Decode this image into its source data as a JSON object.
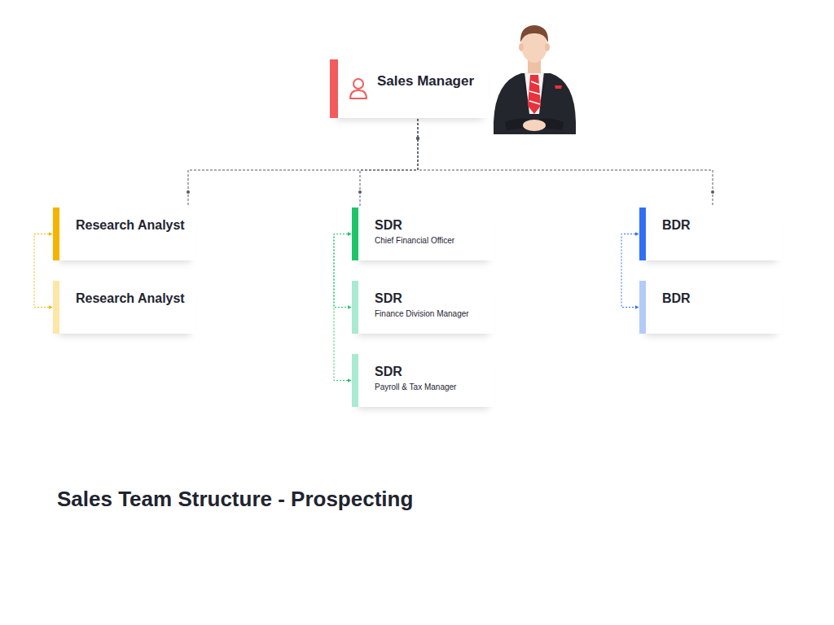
{
  "diagram": {
    "title": "Sales Team Structure - Prospecting",
    "nodes": [
      {
        "text": [
          "Sales Manager"
        ]
      },
      {
        "text": [
          "Research Analyst"
        ]
      },
      {
        "text": [
          "Research Analyst"
        ]
      },
      {
        "text": [
          "SDR",
          "Chief Financial Officer"
        ]
      },
      {
        "text": [
          "SDR",
          "Finance Division Manager"
        ]
      },
      {
        "text": [
          "SDR",
          "Payroll & Tax Manager"
        ]
      },
      {
        "text": [
          "BDR"
        ]
      },
      {
        "text": [
          "BDR"
        ]
      }
    ],
    "edges": [
      {
        "from": 0,
        "to": 1,
        "arrow": "none"
      },
      {
        "from": 0,
        "to": 3,
        "arrow": "none"
      },
      {
        "from": 0,
        "to": 6,
        "arrow": "none"
      },
      {
        "from": 1,
        "to": 2,
        "arrow": "both"
      },
      {
        "from": 3,
        "to": 4,
        "arrow": "both"
      },
      {
        "from": 3,
        "to": 5,
        "arrow": "both"
      },
      {
        "from": 6,
        "to": 7,
        "arrow": "both"
      }
    ]
  }
}
